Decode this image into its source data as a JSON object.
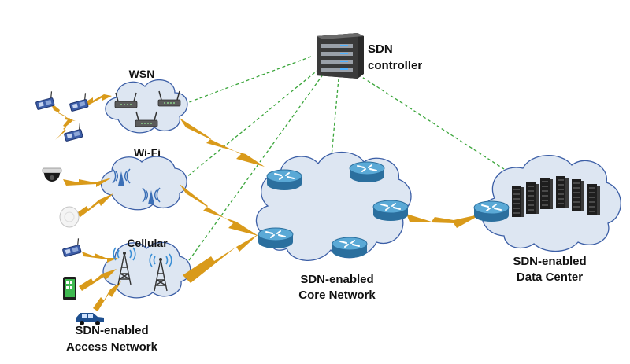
{
  "labels": {
    "sdn_controller_line1": "SDN",
    "sdn_controller_line2": "controller",
    "wsn": "WSN",
    "wifi": "Wi-Fi",
    "cellular": "Cellular",
    "core_line1": "SDN-enabled",
    "core_line2": "Core Network",
    "dc_line1": "SDN-enabled",
    "dc_line2": "Data Center",
    "access_line1": "SDN-enabled",
    "access_line2": "Access Network"
  },
  "colors": {
    "cloud_fill": "#dde6f2",
    "cloud_stroke": "#3b5ea6",
    "dashed_link": "#3aa53a",
    "wireless_bolt": "#d99a1a",
    "router_top": "#5aa9d6",
    "router_side": "#2b6f9e",
    "server_dark": "#1e1e1e"
  },
  "icons": {
    "controller": "server-tower-icon",
    "router": "router-icon",
    "wsn_node": "sensor-mote-icon",
    "access_point": "wifi-access-point-icon",
    "cell_tower": "cell-tower-icon",
    "camera": "dome-camera-icon",
    "wifi_puck": "wifi-puck-icon",
    "phone": "smartphone-icon",
    "car": "car-icon",
    "datacenter": "server-rack-icon"
  }
}
